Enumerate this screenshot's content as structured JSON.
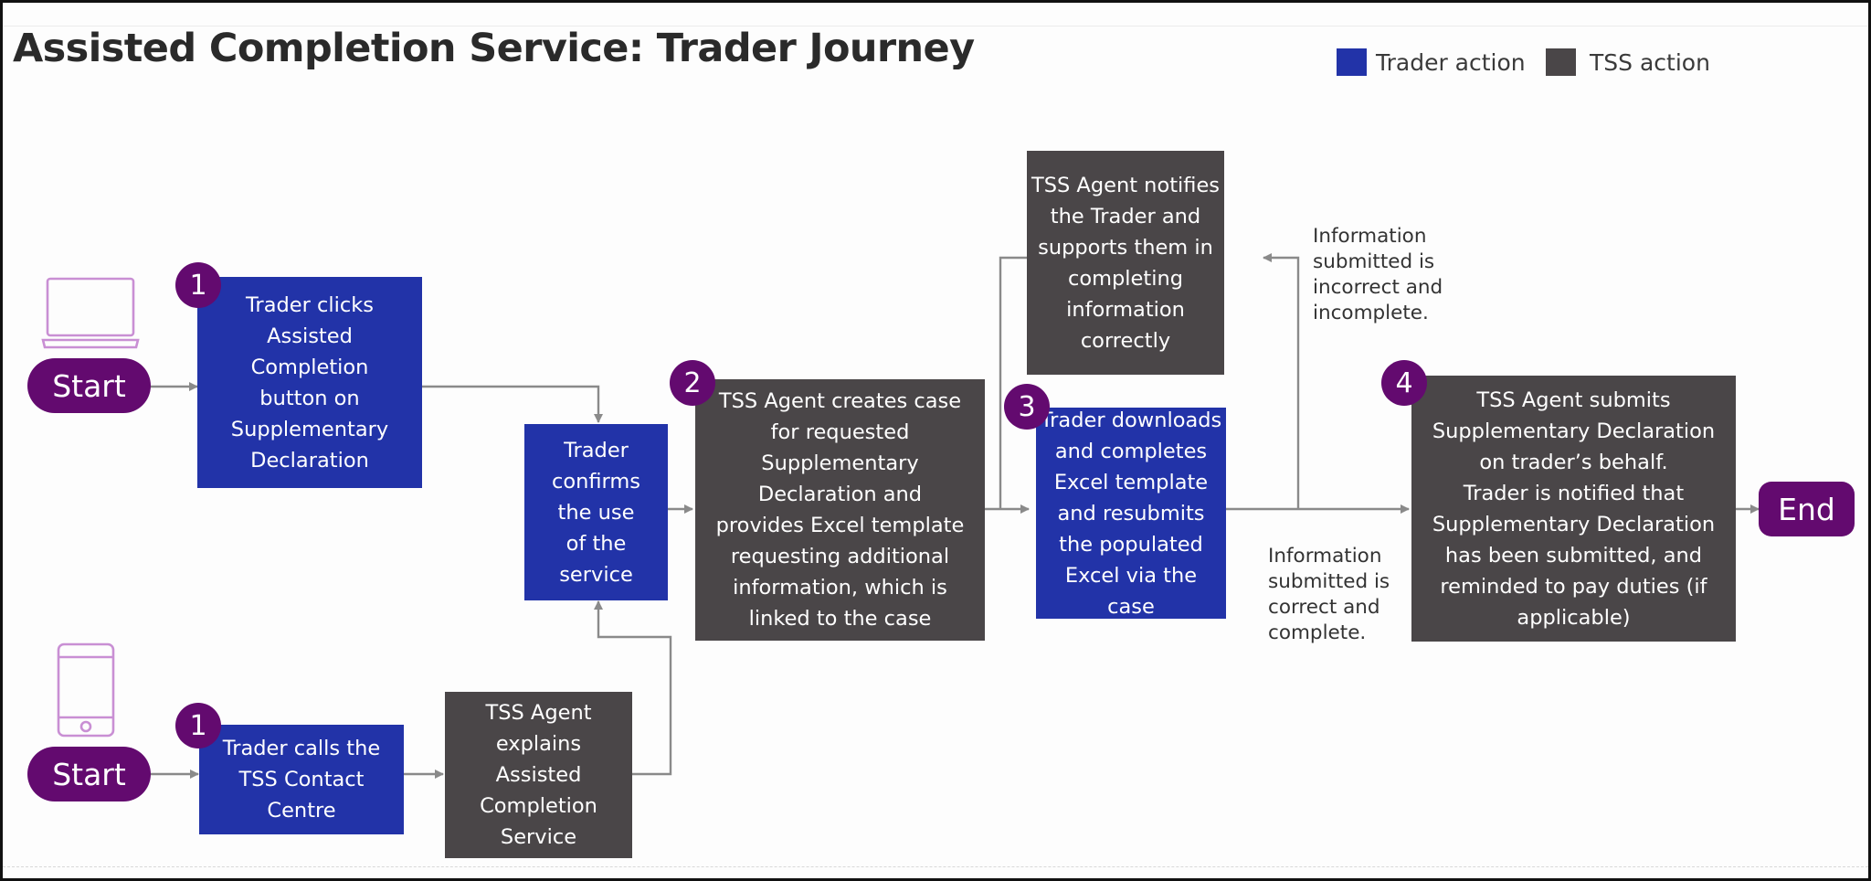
{
  "title": "Assisted Completion Service: Trader Journey",
  "legend": [
    {
      "label": "Trader action",
      "color": "#2233a8"
    },
    {
      "label": "TSS action",
      "color": "#4a4648"
    }
  ],
  "colors": {
    "trader_action": "#2233a8",
    "tss_action": "#4a4648",
    "marker": "#630a6f",
    "device_outline": "#c98fd4",
    "arrow": "#8a8a8a"
  },
  "start_labels": [
    "Start",
    "Start"
  ],
  "end_label": "End",
  "icons": [
    "laptop-icon",
    "mobile-phone-icon"
  ],
  "steps": {
    "trader_clicks": {
      "badge": "1",
      "text": "Trader clicks\nAssisted\nCompletion\nbutton on\nSupplementary\nDeclaration",
      "actor": "trader"
    },
    "trader_calls": {
      "badge": "1",
      "text": "Trader calls the\nTSS Contact\nCentre",
      "actor": "trader"
    },
    "agent_explains": {
      "text": "TSS Agent\nexplains\nAssisted\nCompletion\nService",
      "actor": "tss"
    },
    "trader_confirms": {
      "text": "Trader\nconfirms\nthe use\nof the\nservice",
      "actor": "trader"
    },
    "agent_creates_case": {
      "badge": "2",
      "text": "TSS Agent creates case\nfor requested\nSupplementary\nDeclaration and\nprovides Excel template\nrequesting additional\ninformation, which is\nlinked to the case",
      "actor": "tss"
    },
    "agent_notifies": {
      "text": "TSS Agent notifies\nthe Trader and\nsupports them in\ncompleting\ninformation\ncorrectly",
      "actor": "tss"
    },
    "trader_downloads": {
      "badge": "3",
      "text": "Trader downloads\nand completes\nExcel template\nand resubmits\nthe populated\nExcel via the case",
      "actor": "trader"
    },
    "agent_submits": {
      "badge": "4",
      "text": "TSS Agent submits\nSupplementary Declaration\non trader’s behalf.\nTrader is notified that\nSupplementary Declaration\nhas been submitted, and\nreminded to pay duties (if\napplicable)",
      "actor": "tss"
    }
  },
  "notes": {
    "incorrect": "Information\nsubmitted is\nincorrect and\nincomplete.",
    "correct": "Information\nsubmitted is\ncorrect and\ncomplete."
  }
}
